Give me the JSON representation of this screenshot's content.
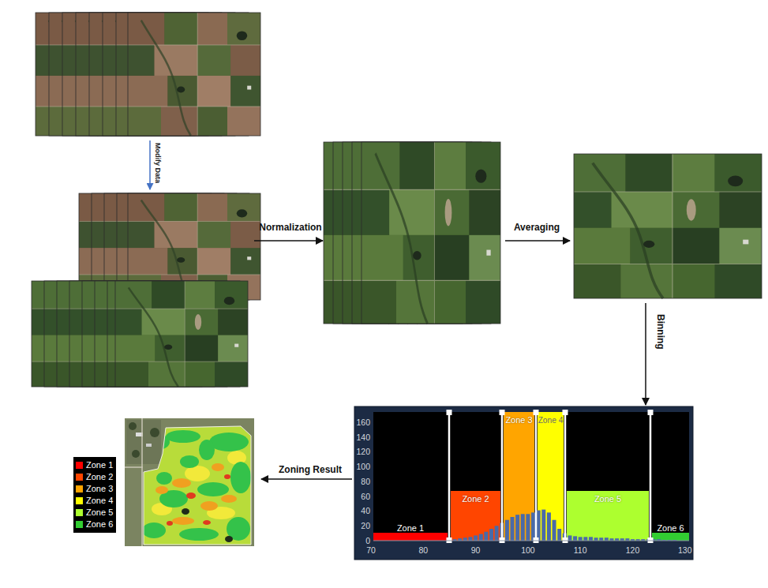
{
  "diagram": {
    "nodes": [
      {
        "text": [
          "Zone 1"
        ]
      },
      {
        "text": [
          "Zone 2"
        ]
      },
      {
        "text": [
          "Zone 3"
        ]
      },
      {
        "text": [
          "Zone 4"
        ]
      },
      {
        "text": [
          "Zone 5"
        ]
      },
      {
        "text": [
          "Zone 6"
        ]
      }
    ],
    "labels": [
      "Modify Data",
      "Normalization",
      "Averaging",
      "Binning",
      "160",
      "140",
      "120",
      "100",
      "80",
      "60",
      "40",
      "20",
      "0",
      "70",
      "80",
      "90",
      "100",
      "110",
      "120",
      "130",
      "Zoning Result"
    ],
    "legend": [
      {
        "text": "Zone 1",
        "color": "#ff0000"
      },
      {
        "text": "Zone 2",
        "color": "#ff4500"
      },
      {
        "text": "Zone 3",
        "color": "#ffa500"
      },
      {
        "text": "Zone 4",
        "color": "#ffff00"
      },
      {
        "text": "Zone 5",
        "color": "#adff2f"
      },
      {
        "text": "Zone 6",
        "color": "#32cd32"
      }
    ]
  }
}
